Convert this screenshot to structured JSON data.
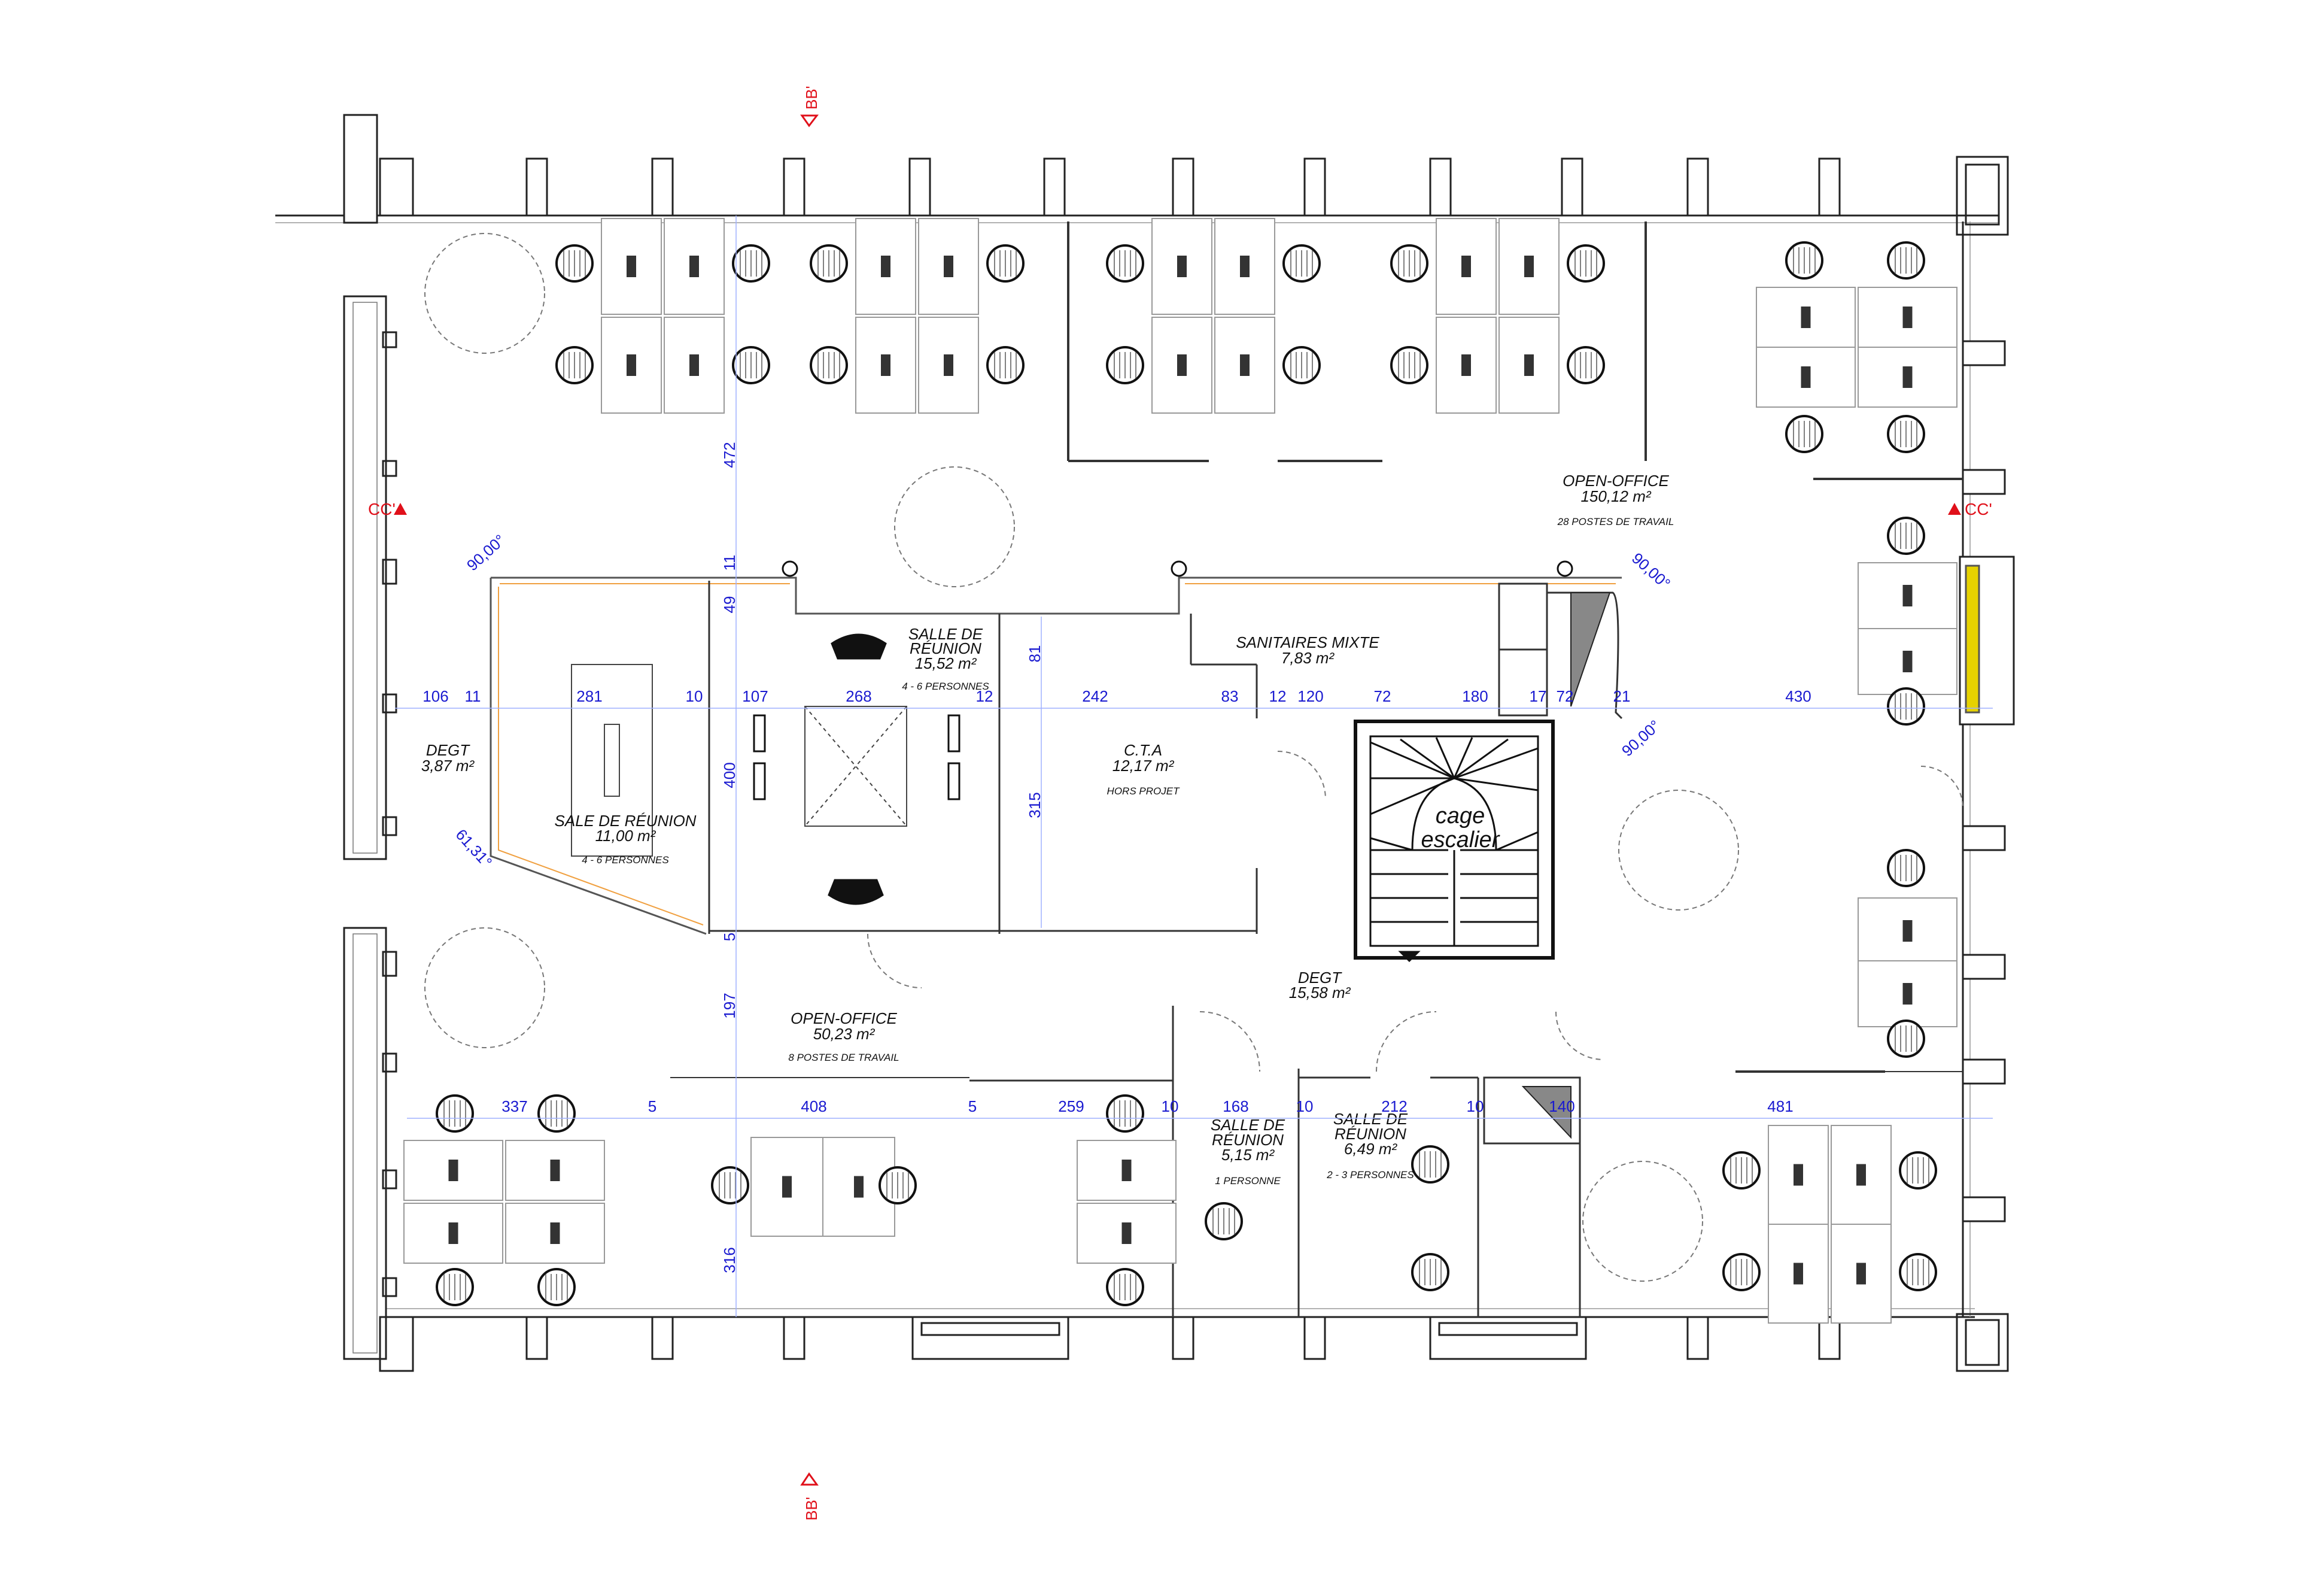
{
  "rooms": {
    "open_office_main": {
      "name": "OPEN-OFFICE",
      "area": "150,12 m²",
      "note": "28 POSTES DE TRAVAIL"
    },
    "salle_reunion_15": {
      "name1": "SALLE DE",
      "name2": "RÉUNION",
      "area": "15,52 m²",
      "note": "4 - 6 PERSONNES"
    },
    "sanitaires": {
      "name": "SANITAIRES MIXTE",
      "area": "7,83 m²"
    },
    "degt_left": {
      "name": "DEGT",
      "area": "3,87 m²"
    },
    "sale_reunion_11": {
      "name": "SALE DE RÉUNION",
      "area": "11,00 m²",
      "note": "4 - 6 PERSONNES"
    },
    "cta": {
      "name": "C.T.A",
      "area": "12,17 m²",
      "note": "HORS PROJET"
    },
    "cage_escalier": {
      "line1": "cage",
      "line2": "escalier"
    },
    "degt_center": {
      "name": "DEGT",
      "area": "15,58 m²"
    },
    "open_office_small": {
      "name": "OPEN-OFFICE",
      "area": "50,23 m²",
      "note": "8 POSTES DE TRAVAIL"
    },
    "salle_reunion_5": {
      "name1": "SALLE DE",
      "name2": "RÉUNION",
      "area": "5,15 m²",
      "note": "1 PERSONNE"
    },
    "salle_reunion_6": {
      "name1": "SALLE DE",
      "name2": "RÉUNION",
      "area": "6,49 m²",
      "note": "2 - 3 PERSONNES"
    }
  },
  "dimensions": {
    "horizontal_mid": [
      "106",
      "11",
      "281",
      "10",
      "107",
      "268",
      "12",
      "242",
      "83",
      "12",
      "120",
      "72",
      "180",
      "17",
      "72",
      "21",
      "430"
    ],
    "horizontal_low": [
      "337",
      "5",
      "408",
      "5",
      "259",
      "10",
      "168",
      "10",
      "212",
      "10",
      "140",
      "481"
    ],
    "vertical": [
      "472",
      "11",
      "49",
      "400",
      "5",
      "197",
      "316",
      "81",
      "315"
    ],
    "angles": [
      "90,00°",
      "90,00°",
      "90,00°",
      "61,31°"
    ]
  },
  "section_marks": {
    "bb_top": "BB'",
    "bb_bottom": "BB'",
    "cc_left": "CC'",
    "cc_right": "CC'"
  },
  "colors": {
    "walls": "#222222",
    "dimension_text": "#1a1ad0",
    "section_marks": "#e0101a",
    "insulation_outline": "#f0a040",
    "window_fill": "#e6d200"
  }
}
